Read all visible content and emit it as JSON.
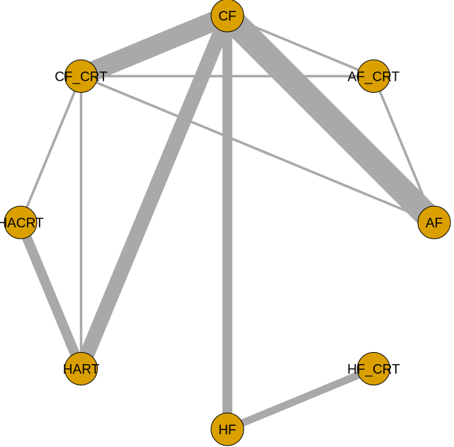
{
  "diagram": {
    "type": "network",
    "node_color": "#DAA000",
    "edge_color": "#A9A9A9",
    "nodes": [
      {
        "id": "CF",
        "label": "CF"
      },
      {
        "id": "AF_CRT",
        "label": "AF_CRT"
      },
      {
        "id": "AF",
        "label": "AF"
      },
      {
        "id": "HF_CRT",
        "label": "HF_CRT"
      },
      {
        "id": "HF",
        "label": "HF"
      },
      {
        "id": "HART",
        "label": "HART"
      },
      {
        "id": "HACRT",
        "label": "HACRT"
      },
      {
        "id": "CF_CRT",
        "label": "CF_CRT"
      }
    ],
    "edges": [
      {
        "source": "CF",
        "target": "AF",
        "weight": 10
      },
      {
        "source": "CF",
        "target": "CF_CRT",
        "weight": 8
      },
      {
        "source": "CF",
        "target": "HART",
        "weight": 6
      },
      {
        "source": "CF",
        "target": "HF",
        "weight": 4
      },
      {
        "source": "CF",
        "target": "AF_CRT",
        "weight": 1
      },
      {
        "source": "CF_CRT",
        "target": "AF_CRT",
        "weight": 1
      },
      {
        "source": "CF_CRT",
        "target": "AF",
        "weight": 1
      },
      {
        "source": "CF_CRT",
        "target": "HACRT",
        "weight": 1
      },
      {
        "source": "CF_CRT",
        "target": "HART",
        "weight": 1
      },
      {
        "source": "AF_CRT",
        "target": "AF",
        "weight": 1
      },
      {
        "source": "HACRT",
        "target": "HART",
        "weight": 4
      },
      {
        "source": "HF",
        "target": "HF_CRT",
        "weight": 3
      }
    ]
  }
}
